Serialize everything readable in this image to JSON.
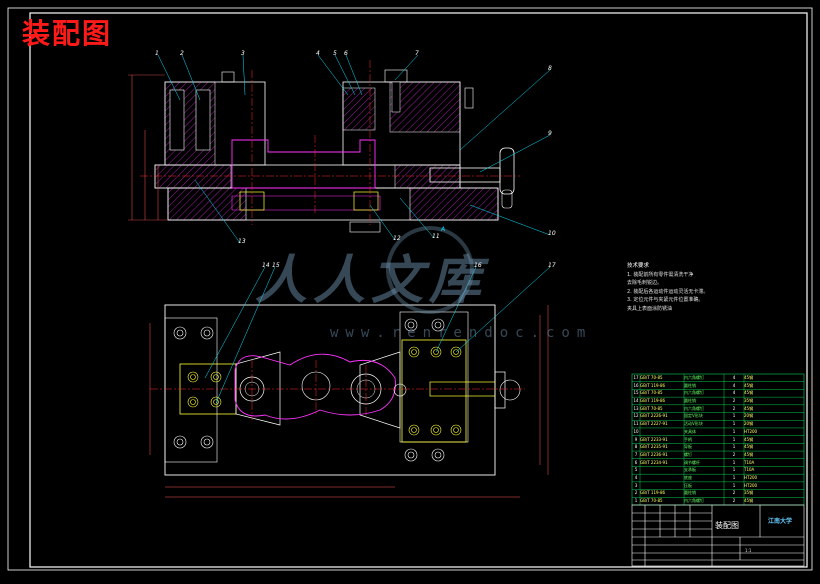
{
  "drawing": {
    "title": "装配图",
    "watermark_text": "人人文库",
    "watermark_url": "www.renrendoc.com"
  },
  "callouts": {
    "top": [
      "1",
      "2",
      "3",
      "4",
      "5",
      "6",
      "7",
      "8",
      "9",
      "10",
      "11",
      "12",
      "13"
    ],
    "bottom": [
      "14",
      "15",
      "16",
      "17"
    ],
    "section_mark": "A"
  },
  "tech_notes": {
    "heading": "技术要求",
    "items": [
      "1. 装配前所有零件需清洗干净",
      "   去除毛刺锐边。",
      "2. 装配后各运动件运动灵活无卡滞。",
      "3. 定位元件与夹紧元件位置准确。",
      "夹具上表面涂防锈油"
    ]
  },
  "parts_list": [
    {
      "no": "17",
      "code": "GB/T 70-85",
      "name": "内六角螺钉",
      "qty": "4",
      "mat": "45钢"
    },
    {
      "no": "16",
      "code": "GB/T 119-86",
      "name": "圆柱销",
      "qty": "4",
      "mat": "45钢"
    },
    {
      "no": "15",
      "code": "GB/T 70-85",
      "name": "内六角螺钉",
      "qty": "4",
      "mat": "45钢"
    },
    {
      "no": "14",
      "code": "GB/T 119-86",
      "name": "圆柱销",
      "qty": "2",
      "mat": "35钢"
    },
    {
      "no": "13",
      "code": "GB/T 70-85",
      "name": "内六角螺钉",
      "qty": "2",
      "mat": "45钢"
    },
    {
      "no": "12",
      "code": "GB/T 2226-91",
      "name": "固定V形块",
      "qty": "1",
      "mat": "20钢"
    },
    {
      "no": "11",
      "code": "GB/T 2227-91",
      "name": "活动V形块",
      "qty": "1",
      "mat": "20钢"
    },
    {
      "no": "10",
      "code": "",
      "name": "夹具体",
      "qty": "1",
      "mat": "HT200"
    },
    {
      "no": "9",
      "code": "GB/T 2233-91",
      "name": "手柄",
      "qty": "1",
      "mat": "45钢"
    },
    {
      "no": "8",
      "code": "GB/T 2235-91",
      "name": "导板",
      "qty": "1",
      "mat": "45钢"
    },
    {
      "no": "7",
      "code": "GB/T 2236-91",
      "name": "螺钉",
      "qty": "2",
      "mat": "45钢"
    },
    {
      "no": "6",
      "code": "GB/T 2234-91",
      "name": "调节螺杆",
      "qty": "1",
      "mat": "T10A"
    },
    {
      "no": "5",
      "code": "",
      "name": "支承板",
      "qty": "1",
      "mat": "T10A"
    },
    {
      "no": "4",
      "code": "",
      "name": "底座",
      "qty": "1",
      "mat": "HT200"
    },
    {
      "no": "3",
      "code": "",
      "name": "压板",
      "qty": "1",
      "mat": "HT200"
    },
    {
      "no": "2",
      "code": "GB/T 119-86",
      "name": "圆柱销",
      "qty": "2",
      "mat": "35钢"
    },
    {
      "no": "1",
      "code": "GB/T 70-85",
      "name": "内六角螺钉",
      "qty": "2",
      "mat": "45钢"
    }
  ],
  "title_block": {
    "drawing_name": "装配图",
    "school": "江南大学",
    "scale": "1:1"
  }
}
